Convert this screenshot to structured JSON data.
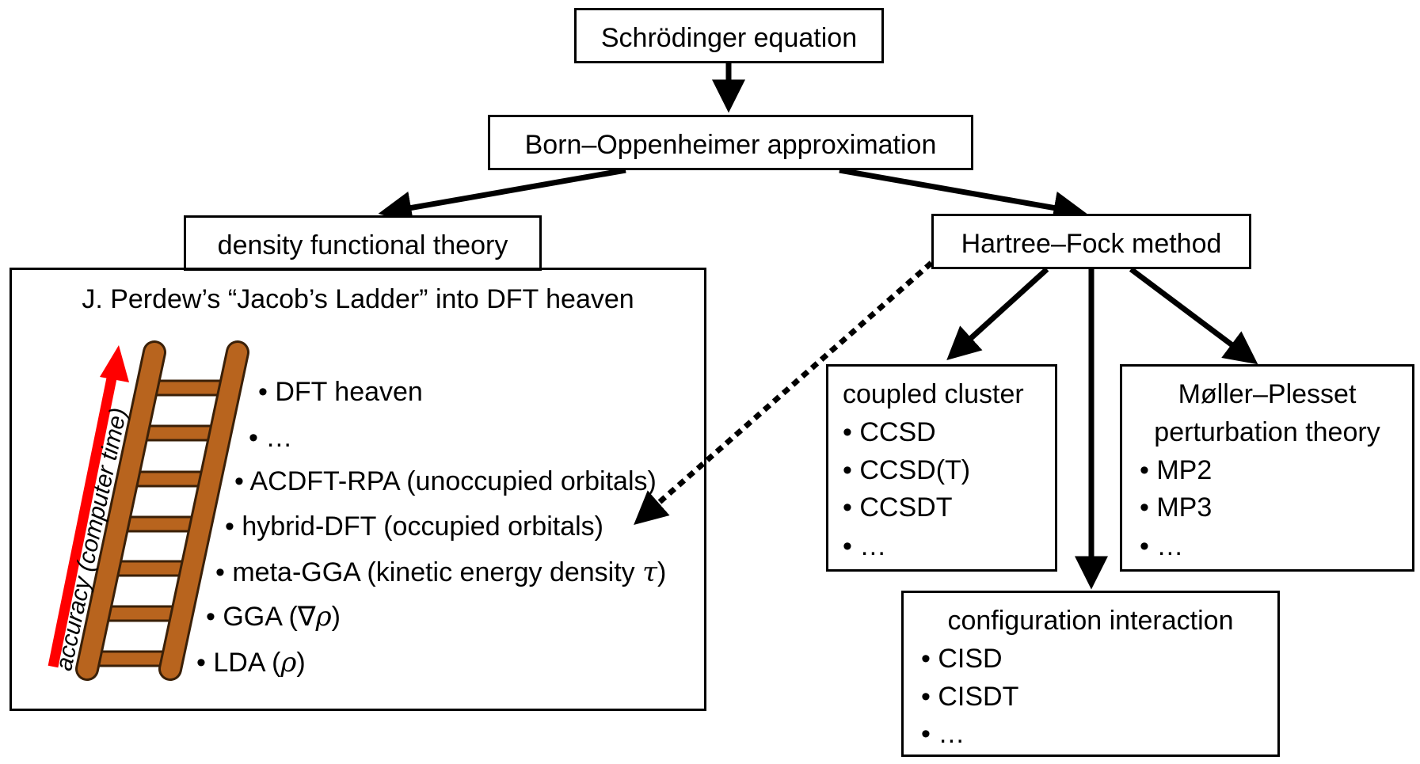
{
  "nodes": {
    "schrodinger": "Schrödinger equation",
    "born_oppenheimer": "Born–Oppenheimer approximation",
    "dft": "density functional theory",
    "hartree_fock": "Hartree–Fock method",
    "ladder_title": "J. Perdew’s “Jacob’s Ladder” into DFT heaven",
    "coupled_cluster": {
      "title": "coupled cluster",
      "items": [
        "CCSD",
        "CCSD(T)",
        "CCSDT",
        "…"
      ]
    },
    "moller_plesset": {
      "title_line1": "Møller–Plesset",
      "title_line2": "perturbation theory",
      "items": [
        "MP2",
        "MP3",
        "…"
      ]
    },
    "configuration_interaction": {
      "title": "configuration interaction",
      "items": [
        "CISD",
        "CISDT",
        "…"
      ]
    }
  },
  "ladder": {
    "axis_label": "accuracy (computer time)",
    "rungs": [
      "DFT heaven",
      "…",
      "ACDFT-RPA (unoccupied orbitals)",
      "hybrid-DFT (occupied orbitals)",
      "meta-GGA (kinetic energy density ",
      "GGA (∇",
      "LDA ("
    ],
    "symbols": {
      "tau": "τ",
      "rho": "ρ"
    }
  },
  "bullet": "•",
  "colors": {
    "ladder_wood": "#b8641e",
    "ladder_outline": "#3a2008",
    "accuracy_arrow": "#ff0000",
    "line": "#000000"
  }
}
